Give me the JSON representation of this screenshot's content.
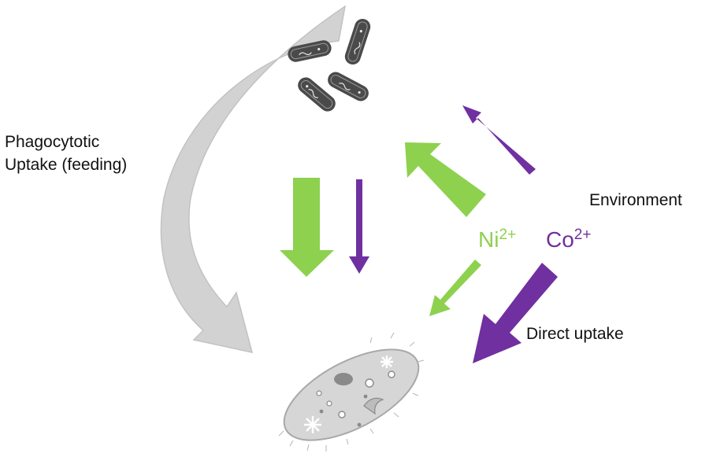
{
  "labels": {
    "phagocytotic_line1": "Phagocytotic",
    "phagocytotic_line2": "Uptake (feeding)",
    "environment": "Environment",
    "direct_uptake": "Direct uptake"
  },
  "ions": {
    "nickel": {
      "symbol": "Ni",
      "charge": "2+",
      "color": "#8dd14f"
    },
    "cobalt": {
      "symbol": "Co",
      "charge": "2+",
      "color": "#7030a0"
    }
  },
  "colors": {
    "feeding_arrow": "#d2d2d2",
    "bacteria": "#4a4a4a",
    "cell": "#d6d6d6"
  }
}
